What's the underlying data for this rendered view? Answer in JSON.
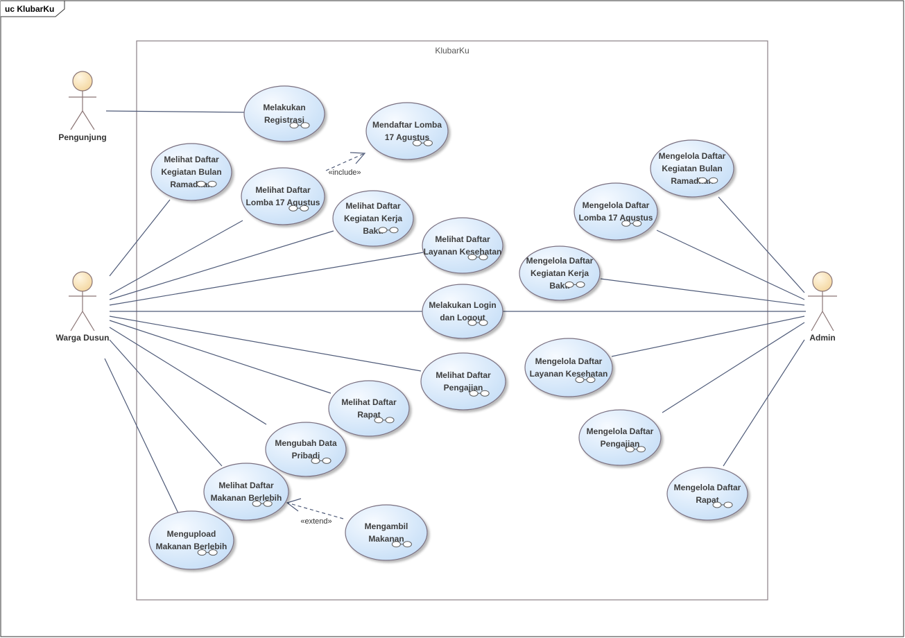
{
  "frame": {
    "title": "uc KlubarKu"
  },
  "system": {
    "title": "KlubarKu"
  },
  "actors": {
    "pengunjung": "Pengunjung",
    "warga": "Warga Dusun",
    "admin": "Admin"
  },
  "usecases": {
    "registrasi": [
      "Melakukan",
      "Registrasi"
    ],
    "daftar_lomba": [
      "Mendaftar Lomba",
      "17 Agustus"
    ],
    "lihat_ramadhan": [
      "Melihat Daftar",
      "Kegiatan Bulan",
      "Ramadhan"
    ],
    "lihat_lomba": [
      "Melihat Daftar",
      "Lomba 17 Agustus"
    ],
    "lihat_kerja_bakti": [
      "Melihat Daftar",
      "Kegiatan Kerja",
      "Bakti"
    ],
    "lihat_kesehatan": [
      "Melihat Daftar",
      "Layanan Kesehatan"
    ],
    "login": [
      "Melakukan Login",
      "dan Logout"
    ],
    "lihat_pengajian": [
      "Melihat Daftar",
      "Pengajian"
    ],
    "lihat_rapat": [
      "Melihat Daftar",
      "Rapat"
    ],
    "ubah_data": [
      "Mengubah Data",
      "Pribadi"
    ],
    "lihat_makanan": [
      "Melihat Daftar",
      "Makanan Berlebih"
    ],
    "upload_makanan": [
      "Mengupload",
      "Makanan Berlebih"
    ],
    "ambil_makanan": [
      "Mengambil",
      "Makanan"
    ],
    "kelola_ramadhan": [
      "Mengelola Daftar",
      "Kegiatan Bulan",
      "Ramadhan"
    ],
    "kelola_lomba": [
      "Mengelola Daftar",
      "Lomba 17 Agustus"
    ],
    "kelola_kerja_bakti": [
      "Mengelola Daftar",
      "Kegiatan Kerja",
      "Bakti"
    ],
    "kelola_kesehatan": [
      "Mengelola Daftar",
      "Layanan Kesehatan"
    ],
    "kelola_pengajian": [
      "Mengelola Daftar",
      "Pengajian"
    ],
    "kelola_rapat": [
      "Mengelola Daftar",
      "Rapat"
    ]
  },
  "relations": {
    "include_label": "«include»",
    "extend_label": "«extend»"
  },
  "colors": {
    "usecase_fill_light": "#f4f9ff",
    "usecase_fill_dark": "#c6dff7",
    "usecase_stroke": "#7a6f80",
    "actor_fill": "#f7dfb2",
    "actor_stroke": "#8a7474",
    "line": "#4e5a78",
    "text": "#333333"
  }
}
